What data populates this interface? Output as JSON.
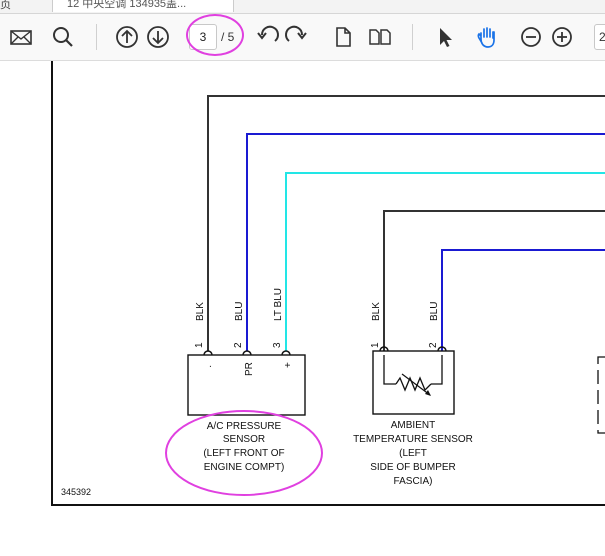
{
  "titlebar": {
    "tab_label": "页",
    "doc_title": "12 中央空调 134935盖..."
  },
  "toolbar": {
    "icons": [
      "mail-icon",
      "search-icon",
      "arrow-up-icon",
      "arrow-down-icon",
      "rotate-ccw-icon",
      "rotate-cw-icon",
      "page-icon",
      "two-page-icon",
      "cursor-icon",
      "hand-icon",
      "zoom-out-icon",
      "zoom-in-icon"
    ],
    "page_current": "3",
    "page_total": "/ 5",
    "zoom_partial": "2",
    "accent_color": "#1a73e8"
  },
  "diagram": {
    "wire_colors": {
      "black": "#333333",
      "blue": "#1a1ad2",
      "lt_blue": "#22e6e6"
    },
    "annotation_color": "#e040e0",
    "ac_sensor": {
      "wires": [
        {
          "label": "BLK",
          "pin": "1",
          "terminal": "·"
        },
        {
          "label": "BLU",
          "pin": "2",
          "terminal": "PR"
        },
        {
          "label": "LT BLU",
          "pin": "3",
          "terminal": "+"
        }
      ],
      "caption": [
        "A/C PRESSURE",
        "SENSOR",
        "(LEFT FRONT OF",
        "ENGINE COMPT)"
      ]
    },
    "ambient_sensor": {
      "wires": [
        {
          "label": "BLK",
          "pin": "1"
        },
        {
          "label": "BLU",
          "pin": "2"
        }
      ],
      "caption": [
        "AMBIENT",
        "TEMPERATURE SENSOR",
        "(LEFT",
        "SIDE OF BUMPER",
        "FASCIA)"
      ]
    },
    "figure_number": "345392"
  }
}
